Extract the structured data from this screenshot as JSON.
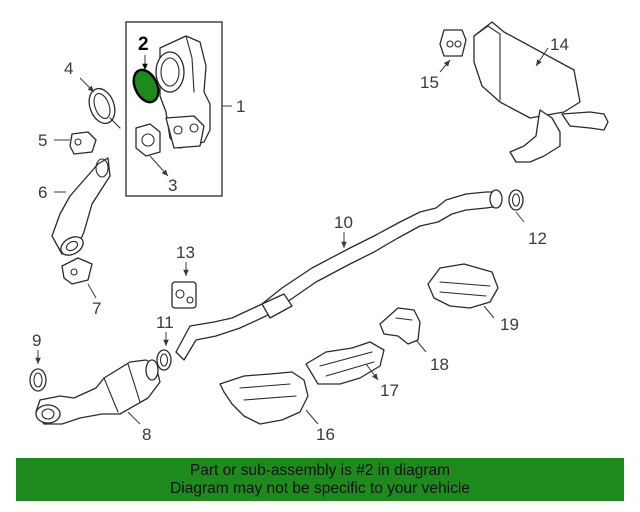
{
  "diagram": {
    "callouts": [
      "1",
      "2",
      "3",
      "4",
      "5",
      "6",
      "7",
      "8",
      "9",
      "10",
      "11",
      "12",
      "13",
      "14",
      "15",
      "16",
      "17",
      "18",
      "19"
    ],
    "highlighted_part": "2"
  },
  "banner": {
    "line1": "Part or sub-assembly is #2 in diagram",
    "line2": "Diagram may not be specific to your vehicle"
  },
  "colors": {
    "highlight": "#1e8a1e",
    "banner_bg": "#1e8a1e",
    "line": "#2a2a2a",
    "label": "#3a3a3a"
  },
  "icons": [
    "arrow-down-icon"
  ]
}
